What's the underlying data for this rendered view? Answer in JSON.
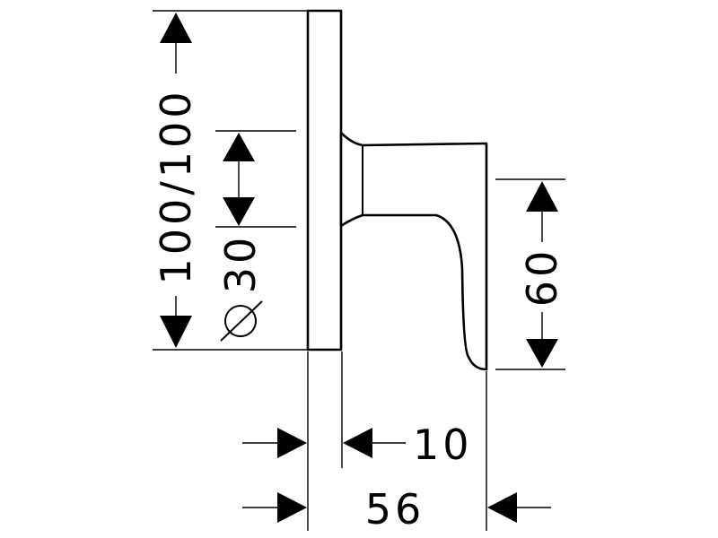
{
  "drawing": {
    "height_label": "100/100",
    "diameter_label": "30",
    "lever_drop_label": "60",
    "plate_depth_label": "10",
    "total_depth_label": "56"
  }
}
